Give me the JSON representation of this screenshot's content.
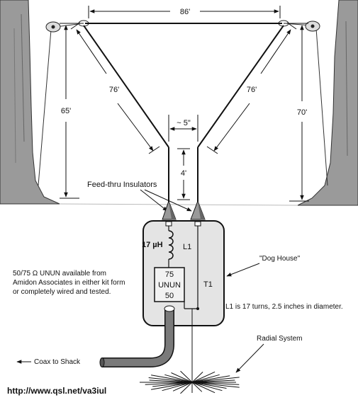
{
  "dimensions": {
    "span_top": "86'",
    "left_wire": "76'",
    "right_wire": "76'",
    "left_height": "65'",
    "right_height": "70'",
    "feed_spacing": "~ 5\"",
    "feed_length": "4'"
  },
  "labels": {
    "feed_insulators": "Feed-thru Insulators",
    "dog_house": "\"Dog House\"",
    "inductance": "17 µH",
    "coil": "L1",
    "unun_line1": "75",
    "unun_line2": "UNUN",
    "unun_line3": "50",
    "transformer": "T1",
    "coil_note": "L1 is 17 turns, 2.5 inches in diameter.",
    "unun_note_line1": "50/75 Ω UNUN available from",
    "unun_note_line2": "Amidon Associates in either kit form",
    "unun_note_line3": "or completely wired and tested.",
    "radial_system": "Radial System",
    "coax": "Coax to Shack",
    "url": "http://www.qsl.net/va3iul"
  }
}
